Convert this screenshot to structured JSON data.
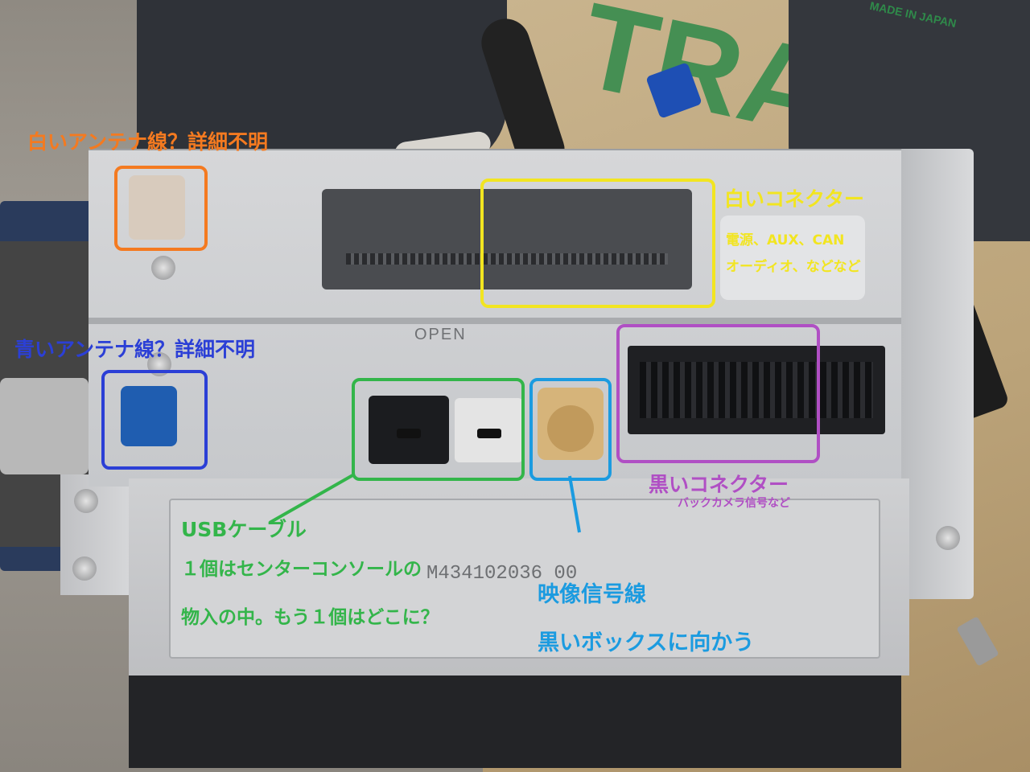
{
  "colors": {
    "orange": "#f47a20",
    "yellow": "#f2e520",
    "blue_dark": "#2b3fd6",
    "green": "#33b54a",
    "cyan": "#1b9be0",
    "purple": "#b04fc4"
  },
  "background_print": {
    "text": "TRABL",
    "made_in": "MADE IN JAPAN"
  },
  "device_markings": {
    "open": "OPEN",
    "serial": "M434102036 00"
  },
  "annotations": {
    "white_antenna": "白いアンテナ線？詳細不明",
    "blue_antenna": "青いアンテナ線？詳細不明",
    "white_connector": {
      "title": "白いコネクター",
      "line1": "電源、AUX、CAN",
      "line2": "オーディオ、などなど"
    },
    "black_connector": {
      "title": "黒いコネクター",
      "sub": "バックカメラ信号など"
    },
    "usb": {
      "title": "USBケーブル",
      "line1": "１個はセンターコンソールの",
      "line2": "物入の中。もう１個はどこに？"
    },
    "video": {
      "title": "映像信号線",
      "sub": "黒いボックスに向かう"
    }
  }
}
